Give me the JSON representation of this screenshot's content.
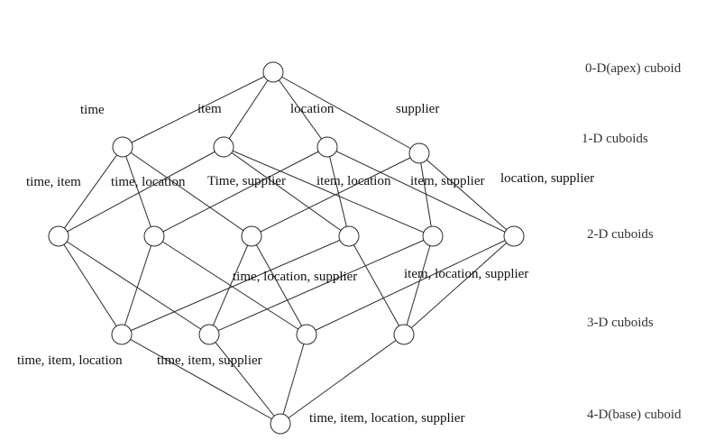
{
  "levels": {
    "apex": "0-D(apex) cuboid",
    "one_d": "1-D cuboids",
    "two_d": "2-D cuboids",
    "three_d": "3-D cuboids",
    "base": "4-D(base) cuboid"
  },
  "nodes": {
    "apex": "",
    "time": "time",
    "item": "item",
    "location": "location",
    "supplier": "supplier",
    "time_item": "time, item",
    "time_location": "time, location",
    "time_supplier": "Time, supplier",
    "item_location": "item, location",
    "item_supplier": "item, supplier",
    "location_supplier": "location, supplier",
    "time_item_location": "time, item, location",
    "time_item_supplier": "time, item, supplier",
    "time_location_supplier": "time, location, supplier",
    "item_location_supplier": "item, location, supplier",
    "base": "time, item, location, supplier"
  }
}
